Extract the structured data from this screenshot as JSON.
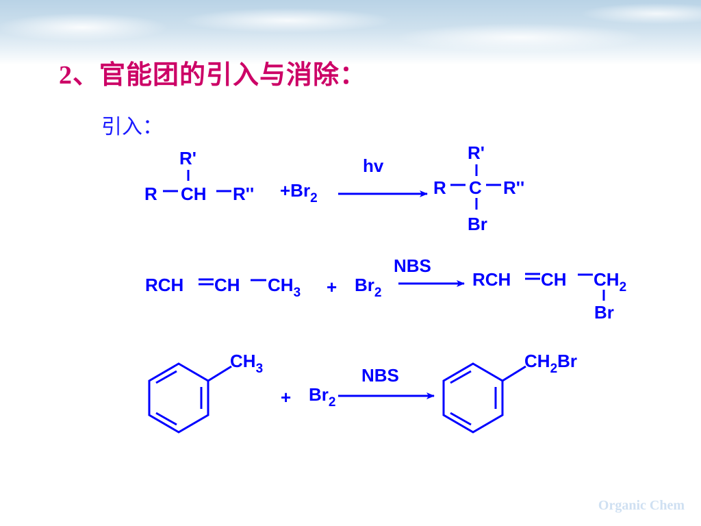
{
  "slide": {
    "title": "2、官能团的引入与消除：",
    "subtitle": "引入：",
    "footer": "Organic Chem"
  },
  "colors": {
    "title": "#cc0066",
    "chem": "#0000ff",
    "footer": "#cfe0f2"
  },
  "reaction1": {
    "reactant": {
      "top": "R'",
      "left": "R",
      "center": "CH",
      "right": "R''"
    },
    "reagent": {
      "prefix": "+Br",
      "sub": "2"
    },
    "condition": "hv",
    "product": {
      "top": "R'",
      "left": "R",
      "center": "C",
      "right": "R''",
      "bottom": "Br"
    }
  },
  "reaction2": {
    "reactant": {
      "a": "RCH",
      "b": "CH",
      "c": "CH",
      "c_sub": "3"
    },
    "plus": "+",
    "reagent": {
      "main": "Br",
      "sub": "2"
    },
    "condition": "NBS",
    "product": {
      "a": "RCH",
      "b": "CH",
      "c": "CH",
      "c_sub": "2",
      "bottom": "Br"
    }
  },
  "reaction3": {
    "reactant": {
      "sub_main": "CH",
      "sub_sub": "3"
    },
    "plus": "+",
    "reagent": {
      "main": "Br",
      "sub": "2"
    },
    "condition": "NBS",
    "product": {
      "sub_main": "CH",
      "sub_sub": "2",
      "sub_tail": "Br"
    }
  }
}
